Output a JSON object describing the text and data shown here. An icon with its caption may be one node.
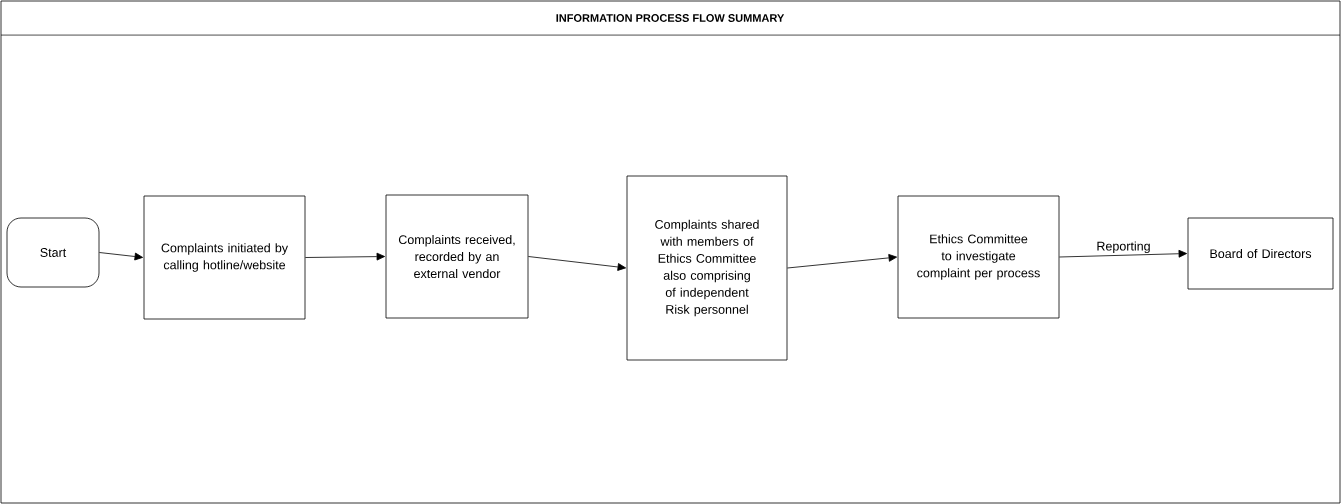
{
  "diagram": {
    "title": "INFORMATION PROCESS FLOW SUMMARY",
    "nodes": [
      {
        "text": [
          "Start"
        ]
      },
      {
        "text": [
          "Complaints initiated by calling hotline/website"
        ]
      },
      {
        "text": [
          "Complaints received, recorded by an external vendor"
        ]
      },
      {
        "text": [
          "Complaints shared with members of Ethics Committee also comprising of independent Risk personnel"
        ]
      },
      {
        "text": [
          "Ethics Committee to investigate complaint per process"
        ]
      },
      {
        "text": [
          "Board of Directors"
        ]
      }
    ],
    "edges": [
      {
        "from": 0,
        "to": 1,
        "arrow": "to"
      },
      {
        "from": 1,
        "to": 2,
        "arrow": "to"
      },
      {
        "from": 2,
        "to": 3,
        "arrow": "to"
      },
      {
        "from": 3,
        "to": 4,
        "arrow": "to"
      },
      {
        "from": 4,
        "to": 5,
        "arrow": "to",
        "label": "Reporting"
      }
    ]
  }
}
